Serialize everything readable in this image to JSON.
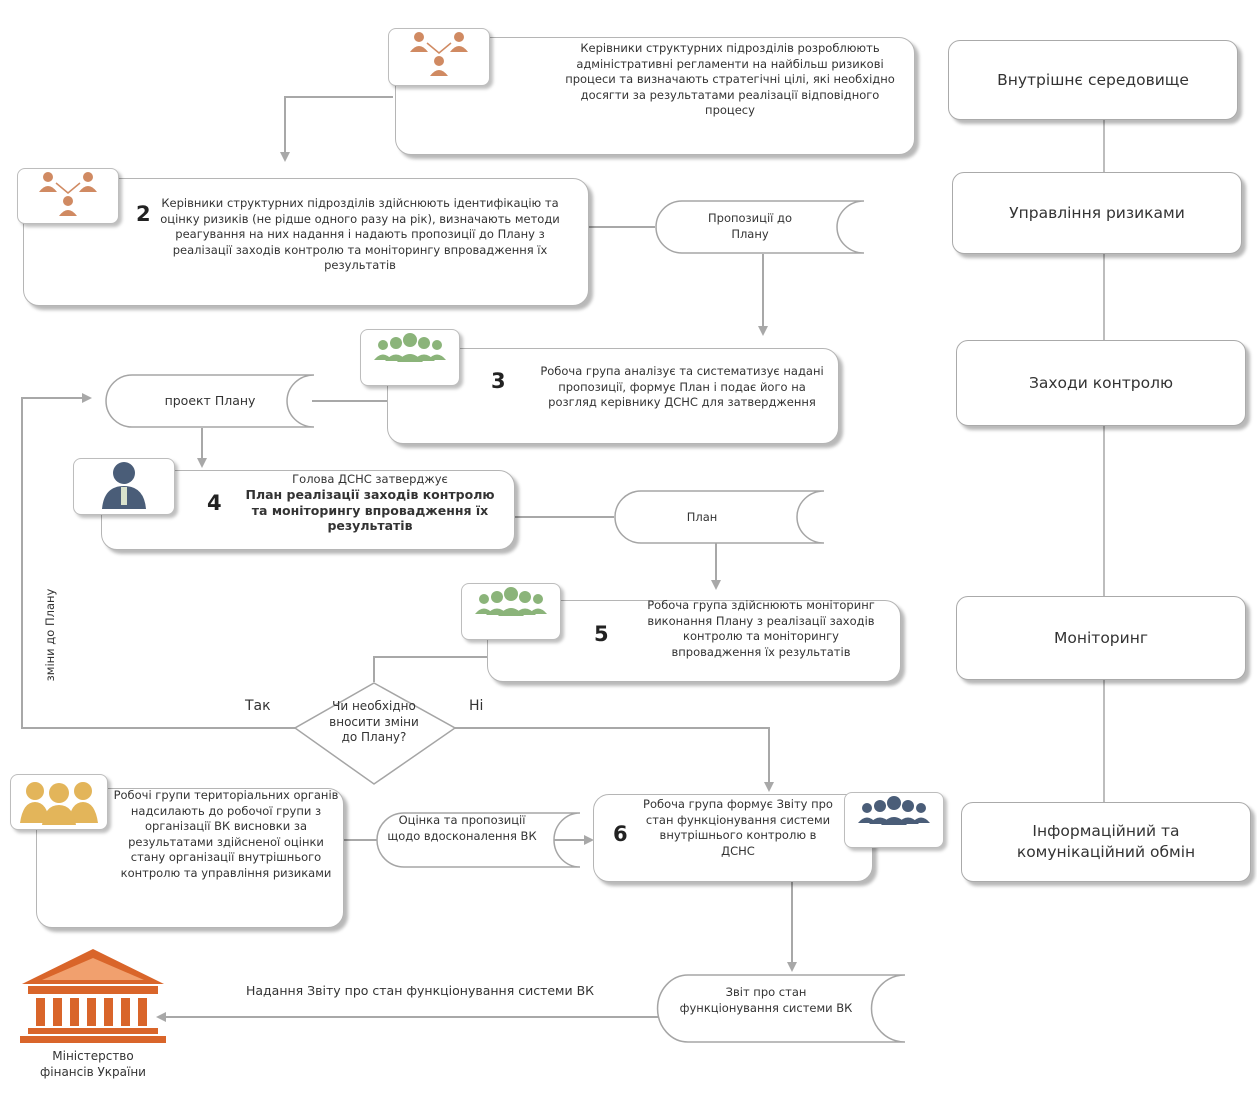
{
  "steps": {
    "s1": "Керівники структурних підрозділів розроблюють адміністративні регламенти на найбільш ризикові процеси та визначають стратегічні цілі, які необхідно досягти за результатами реалізації відповідного процесу",
    "s2": "Керівники структурних підрозділів здійснюють ідентифікацію та оцінку ризиків (не рідше одного разу на рік), визначають методи реагування на них надання і надають пропозиції до Плану з реалізації заходів контролю та моніторингу впровадження їх результатів",
    "s3": "Робоча група аналізує та систематизує надані пропозиції, формує План і подає його на розгляд керівнику ДСНС для затвердження",
    "s4_line1": "Голова ДСНС затверджує",
    "s4_bold": "План реалізації заходів контролю та моніторингу впровадження їх результатів",
    "s5": "Робоча група здійснюють моніторинг виконання Плану з реалізації заходів контролю та моніторингу впровадження їх результатів",
    "s6": "Робоча група формує Звіту про стан функціонування системи внутрішнього контролю в ДСНС",
    "territorial": "Робочі групи територіальних органів надсилають до робочої групи з організації ВК висновки за результатами здійсненої оцінки стану організації внутрішнього контролю та управління ризиками"
  },
  "numbers": {
    "n2": "2",
    "n3": "3",
    "n4": "4",
    "n5": "5",
    "n6": "6"
  },
  "documents": {
    "proposals": "Пропозиції до Плану",
    "draft_plan": "проект Плану",
    "plan": "План",
    "assessment": "Оцінка та пропозиції щодо вдосконалення ВК",
    "report": "Звіт про стан функціонування системи ВК"
  },
  "decision": {
    "question": "Чи необхідно вносити зміни до Плану?",
    "yes": "Так",
    "no": "Ні"
  },
  "labels": {
    "changes": "зміни до Плану",
    "report_submission": "Надання Звіту про стан функціонування системи ВК",
    "ministry": "Міністерство фінансів України"
  },
  "components": [
    "Внутрішнє середовище",
    "Управління ризиками",
    "Заходи контролю",
    "Моніторинг",
    "Інформаційний та комунікаційний обмін"
  ],
  "colors": {
    "orange": "#d08a62",
    "green": "#8bb47a",
    "navy": "#4a5d78",
    "gold": "#e3b55a",
    "ministry": "#d9652a",
    "line": "#a8a8a8"
  },
  "icons": {
    "hierarchy": "people-hierarchy-icon",
    "team": "team-icon",
    "person": "businessman-icon",
    "group": "group-icon",
    "building": "government-building-icon"
  }
}
